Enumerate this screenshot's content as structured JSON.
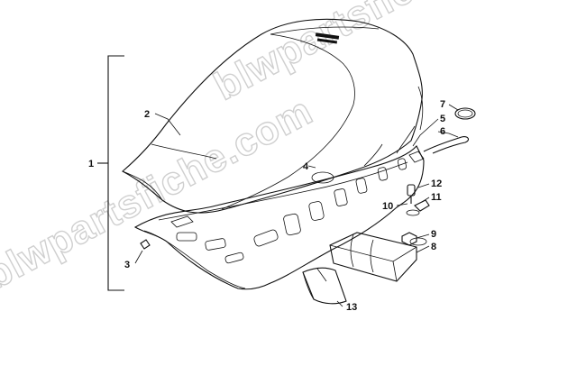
{
  "watermark": {
    "text": "blwpartsfiche.com"
  },
  "callouts": [
    {
      "id": "1",
      "label": "1"
    },
    {
      "id": "2",
      "label": "2"
    },
    {
      "id": "3",
      "label": "3"
    },
    {
      "id": "4",
      "label": "4"
    },
    {
      "id": "5",
      "label": "5"
    },
    {
      "id": "6",
      "label": "6"
    },
    {
      "id": "7",
      "label": "7"
    },
    {
      "id": "8",
      "label": "8"
    },
    {
      "id": "9",
      "label": "9"
    },
    {
      "id": "10",
      "label": "10"
    },
    {
      "id": "11",
      "label": "11"
    },
    {
      "id": "12",
      "label": "12"
    },
    {
      "id": "13",
      "label": "13"
    }
  ],
  "colors": {
    "line": "#111111",
    "watermark": "#cfcfcf",
    "background": "#ffffff"
  }
}
